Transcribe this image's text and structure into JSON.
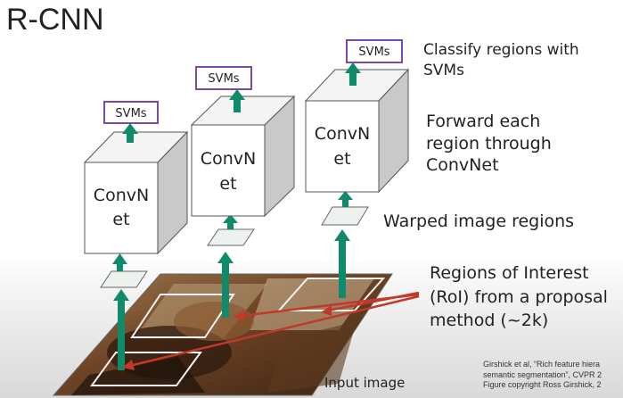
{
  "title": "R-CNN",
  "svm_label": "SVMs",
  "convnet_line1": "ConvN",
  "convnet_line2": "et",
  "annotations": {
    "classify_line1": "Classify regions with",
    "classify_line2": "SVMs",
    "forward_line1": "Forward each",
    "forward_line2": "region through",
    "forward_line3": "ConvNet",
    "warped": "Warped image regions",
    "roi_line1": "Regions of Interest",
    "roi_line2": "(RoI) from a proposal",
    "roi_line3": "method (~2k)",
    "input_image": "Input image"
  },
  "citation": {
    "line1": "Girshick et al, “Rich feature hiera",
    "line2": "semantic segmentation”, CVPR 2",
    "line3": "Figure copyright Ross Girshick, 2"
  },
  "colors": {
    "arrow_green": "#0f8a6a",
    "svm_border": "#7a4aa8",
    "roi_arrow_red": "#c0392b",
    "cube_side": "#c9c9c9",
    "cube_front": "#ffffff",
    "warped_patch": "#eef2ee"
  }
}
